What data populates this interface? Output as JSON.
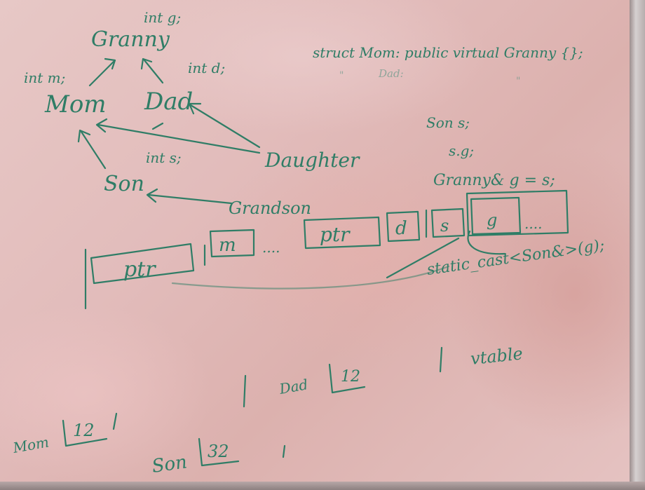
{
  "whiteboard": {
    "hierarchy": {
      "granny": "Granny",
      "granny_field": "int g;",
      "mom": "Mom",
      "mom_field": "int m;",
      "dad": "Dad",
      "dad_field": "int d;",
      "son": "Son",
      "son_field": "int s;",
      "daughter": "Daughter",
      "grandson": "Grandson"
    },
    "code": {
      "line1": "struct Mom: public virtual Granny {};",
      "line2_prefix": "Dad:",
      "line2_ditto": "\"",
      "son_decl": "Son s;",
      "member_access": "s.g;",
      "ref_decl": "Granny& g = s;",
      "cast": "static_cast<Son&>(g);"
    },
    "memory_layout": {
      "cells": [
        "ptr",
        "m",
        "....",
        "ptr",
        "d",
        "s",
        "g",
        "...."
      ]
    },
    "vtable": {
      "label": "vtable",
      "mom_label": "Mom",
      "mom_value": "12",
      "dad_label": "Dad",
      "dad_value": "12",
      "son_label": "Son",
      "son_value": "32"
    }
  }
}
